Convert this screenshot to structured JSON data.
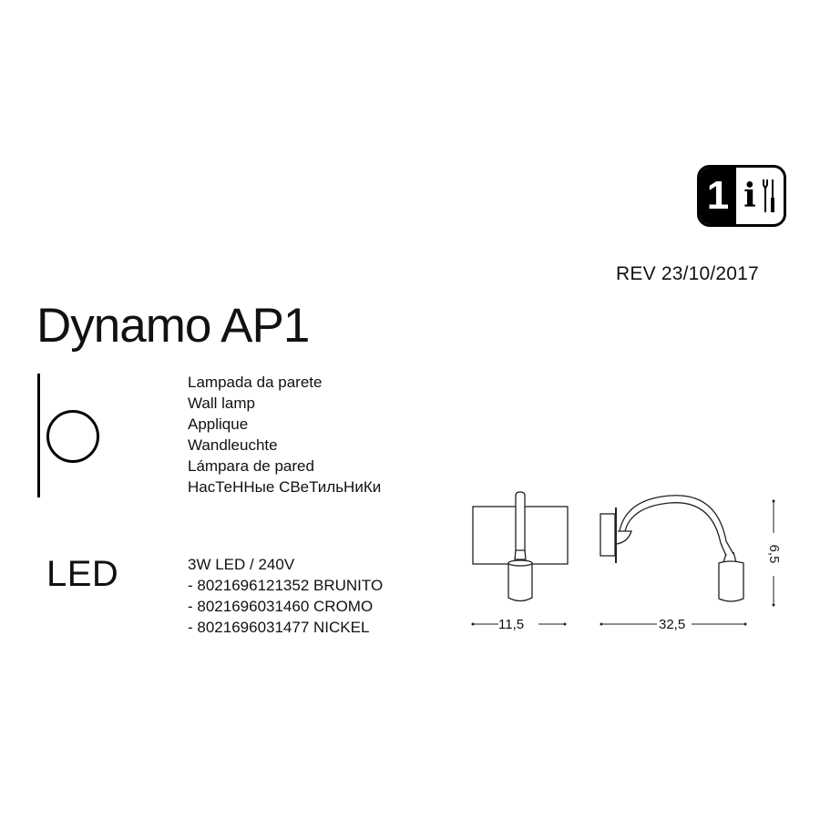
{
  "badge": {
    "count": "1",
    "icons": [
      "info-icon",
      "tools-icon"
    ]
  },
  "revision": "REV 23/10/2017",
  "product": {
    "title": "Dynamo AP1"
  },
  "type_labels": [
    "Lampada da parete",
    "Wall lamp",
    "Applique",
    "Wandleuchte",
    "Lámpara de pared",
    "НасТеННые СВеТильНиКи"
  ],
  "light_source": "LED",
  "specs": {
    "power": "3W LED / 240V",
    "variants": [
      "- 8021696121352 BRUNITO",
      "- 8021696031460 CROMO",
      "- 8021696031477 NICKEL"
    ]
  },
  "dimensions": {
    "front_width": "11,5",
    "side_width": "32,5",
    "height": "6,5"
  }
}
